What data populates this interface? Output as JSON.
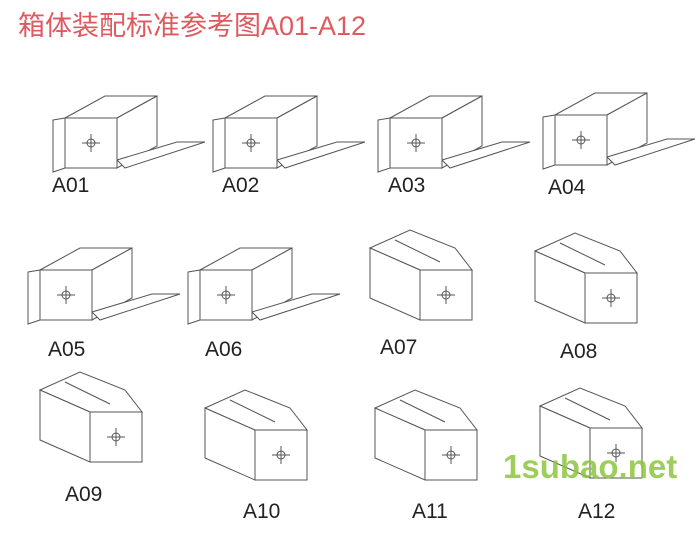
{
  "title": "箱体装配标准参考图A01-A12",
  "items": [
    {
      "label": "A01",
      "style": "flange-right"
    },
    {
      "label": "A02",
      "style": "flange-right"
    },
    {
      "label": "A03",
      "style": "flange-right"
    },
    {
      "label": "A04",
      "style": "flange-right"
    },
    {
      "label": "A05",
      "style": "flange-right"
    },
    {
      "label": "A06",
      "style": "flange-right"
    },
    {
      "label": "A07",
      "style": "flap-left"
    },
    {
      "label": "A08",
      "style": "flap-left"
    },
    {
      "label": "A09",
      "style": "flap-left"
    },
    {
      "label": "A10",
      "style": "flap-left"
    },
    {
      "label": "A11",
      "style": "flap-left"
    },
    {
      "label": "A12",
      "style": "flap-left"
    }
  ],
  "watermark": "1subao.net",
  "colors": {
    "title": "#e0595f",
    "line": "#555555",
    "watermark": "#8cc63f"
  }
}
